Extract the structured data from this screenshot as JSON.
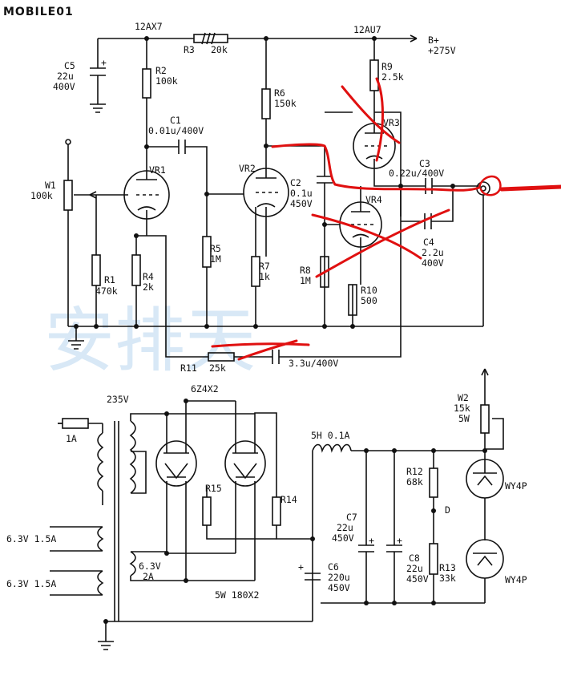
{
  "watermark_logo": "MOBILE01",
  "watermark_text": "安排天",
  "tubes": {
    "vr1_type": "12AX7",
    "vr3_type": "12AU7",
    "rect_type": "6Z4X2",
    "vr1": "VR1",
    "vr2": "VR2",
    "vr3": "VR3",
    "vr4": "VR4",
    "reg": "WY4P"
  },
  "supply": {
    "bplus": "B+",
    "bplus_v": "+275V"
  },
  "labels": {
    "r1": "R1",
    "r1_val": "470k",
    "r2": "R2",
    "r2_val": "100k",
    "r3": "R3",
    "r3_val": "20k",
    "r4": "R4",
    "r4_val": "2k",
    "r5": "R5",
    "r5_val": "1M",
    "r6": "R6",
    "r6_val": "150k",
    "r7": "R7",
    "r7_val": "1k",
    "r8": "R8",
    "r8_val": "1M",
    "r9": "R9",
    "r9_val": "2.5k",
    "r10": "R10",
    "r10_val": "500",
    "r11": "R11",
    "r11_val": "25k",
    "r12": "R12",
    "r12_val": "68k",
    "r13": "R13",
    "r13_val": "33k",
    "r14": "R14",
    "r15": "R15",
    "c1": "C1",
    "c1_val": "0.01u/400V",
    "c2": "C2",
    "c2_val": "0.1u",
    "c2_v": "450V",
    "c3": "C3",
    "c3_val": "0.22u/400V",
    "c4": "C4",
    "c4_val": "2.2u",
    "c4_v": "400V",
    "c5": "C5",
    "c5_val": "22u",
    "c5_v": "400V",
    "c6": "C6",
    "c6_val": "220u",
    "c6_v": "450V",
    "c7": "C7",
    "c7_val": "22u",
    "c7_v": "450V",
    "c8": "C8",
    "c8_val": "22u",
    "c8_v": "450V",
    "w1": "W1",
    "w1_val": "100k",
    "w2": "W2",
    "w2_val": "15k",
    "w2_w": "5W",
    "fb_cap": "3.3u/400V",
    "fuse": "1A",
    "sec_hv": "235V",
    "htr1": "6.3V 1.5A",
    "htr2": "6.3V 1.5A",
    "rect_htr": "6.3V",
    "rect_htr_a": "2A",
    "choke": "5H 0.1A",
    "res_rating": "5W 180X2",
    "node_d": "D"
  }
}
